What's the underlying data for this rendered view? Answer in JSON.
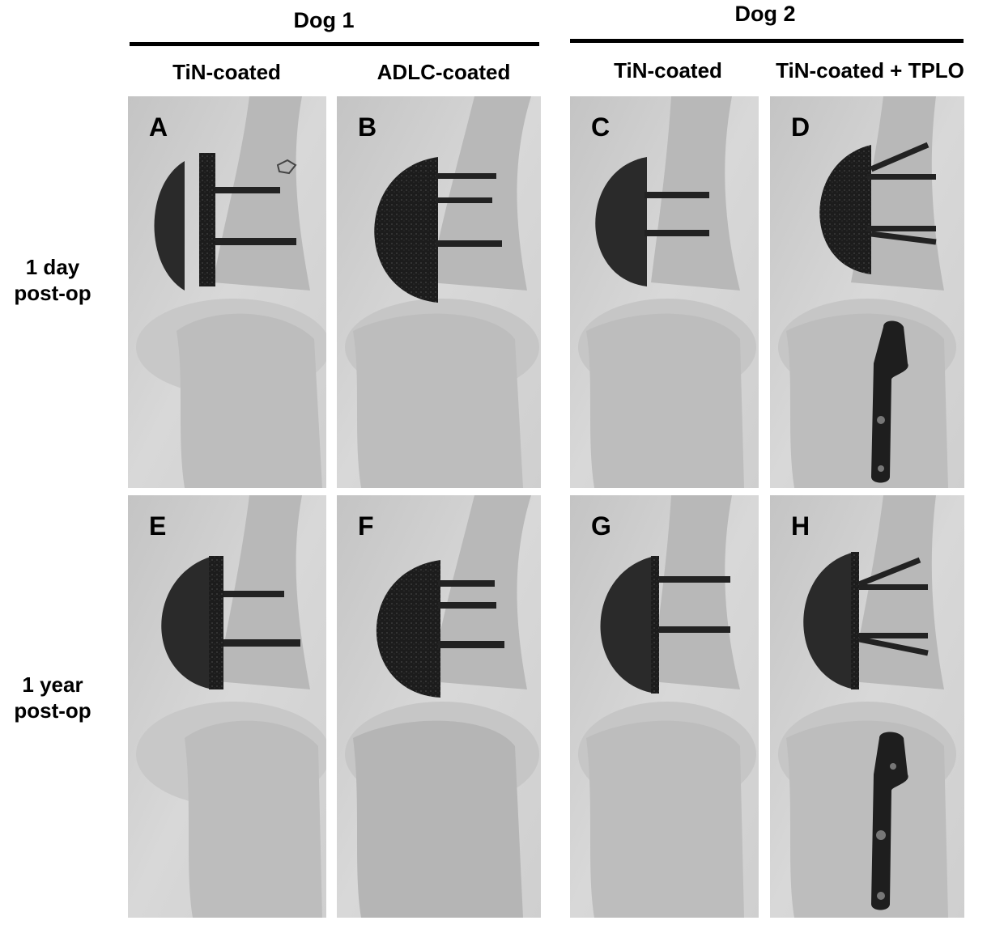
{
  "groups": {
    "dog1": "Dog 1",
    "dog2": "Dog 2"
  },
  "columns": [
    "TiN-coated",
    "ADLC-coated",
    "TiN-coated",
    "TiN-coated + TPLO"
  ],
  "rows": {
    "row1": [
      "1 day",
      "post-op"
    ],
    "row2": [
      "1 year",
      "post-op"
    ]
  },
  "panels": [
    "A",
    "B",
    "C",
    "D",
    "E",
    "F",
    "G",
    "H"
  ]
}
